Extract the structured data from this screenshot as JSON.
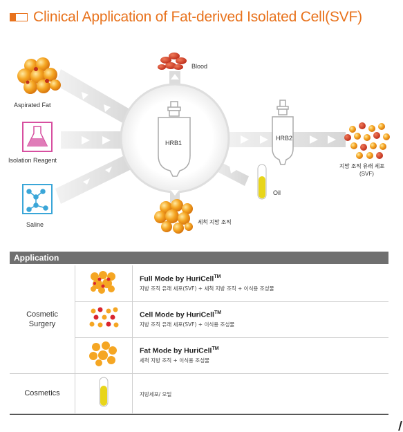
{
  "title": "Clinical Application of Fat-derived Isolated Cell(SVF)",
  "diagram": {
    "inputs": [
      "Aspirated Fat",
      "Isolation Reagent",
      "Saline"
    ],
    "blood": "Blood",
    "hrb1": "HRB1",
    "hrb2": "HRB2",
    "oil": "Oil",
    "washed_fat": "세척 지방 조직",
    "svf_line1": "지방 조직 유래 세포",
    "svf_line2": "(SVF)"
  },
  "application": {
    "header": "Application",
    "cosmetic_surgery_line1": "Cosmetic",
    "cosmetic_surgery_line2": "Surgery",
    "cosmetics": "Cosmetics",
    "modes": [
      {
        "title": "Full Mode by HuriCell",
        "tm": "TM",
        "desc": "지방 조직 유래 세포(SVF) + 세척 지방 조직 + 이식용 조성물"
      },
      {
        "title": "Cell Mode by HuriCell",
        "tm": "TM",
        "desc": "지방 조직 유래 세포(SVF) + 이식용 조성물"
      },
      {
        "title": "Fat Mode by HuriCell",
        "tm": "TM",
        "desc": "세척 지방 조직 + 이식용 조성물"
      }
    ],
    "cosmetics_desc": "지방세포/ 오일"
  },
  "colors": {
    "accent": "#e8721c",
    "header_gray": "#6f6f6f",
    "fat": "#f5a623",
    "blood": "#d9252e",
    "oil": "#e8d51a"
  }
}
